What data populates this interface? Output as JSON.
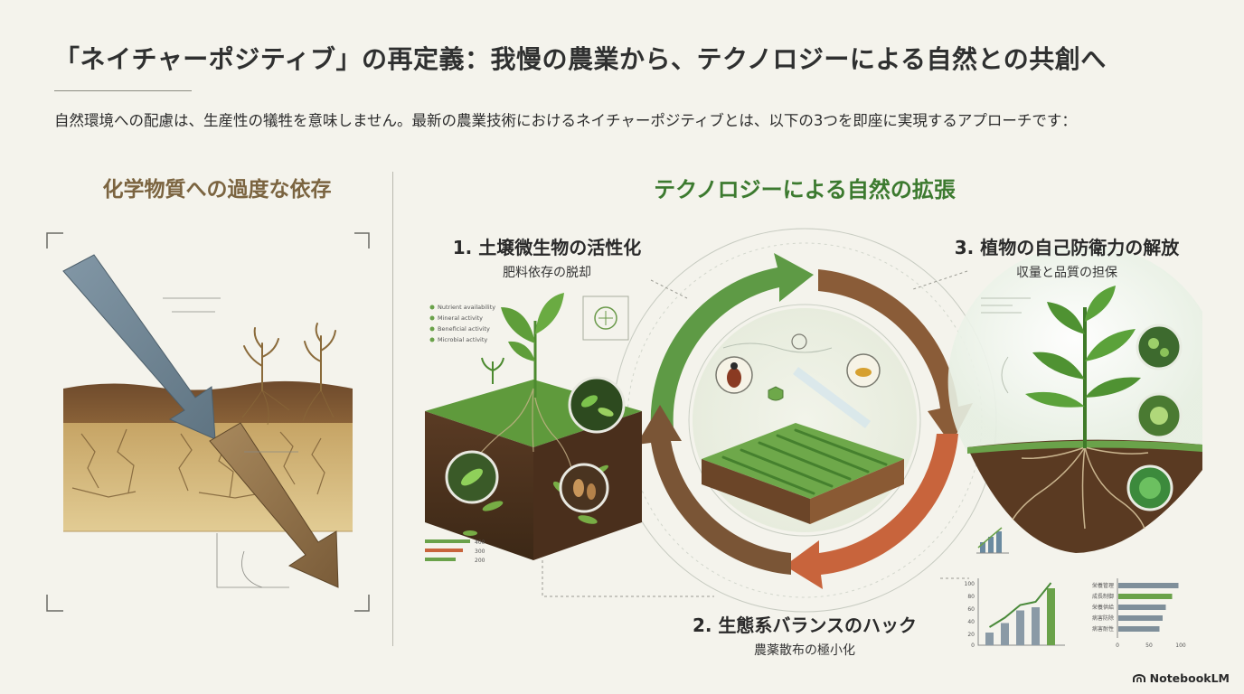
{
  "header": {
    "title": "「ネイチャーポジティブ」の再定義：我慢の農業から、テクノロジーによる自然との共創へ",
    "subtitle": "自然環境への配慮は、生産性の犠牲を意味しません。最新の農業技術におけるネイチャーポジティブとは、以下の3つを即座に実現するアプローチです："
  },
  "left_panel": {
    "heading": "化学物質への過度な依存"
  },
  "right_panel": {
    "heading": "テクノロジーによる自然の拡張",
    "steps": [
      {
        "title": "1. 土壌微生物の活性化",
        "subtitle": "肥料依存の脱却"
      },
      {
        "title": "2. 生態系バランスのハック",
        "subtitle": "農薬散布の極小化"
      },
      {
        "title": "3. 植物の自己防衛力の解放",
        "subtitle": "収量と品質の担保"
      }
    ]
  },
  "mini_labels": {
    "soil_legend": [
      "Nutrient availability",
      "Mineral activity",
      "Beneficial activity",
      "Microbial activity"
    ],
    "soil_bar_values": [
      "400",
      "300",
      "200"
    ],
    "line_chart_y_ticks": [
      "100",
      "80",
      "60",
      "40",
      "20",
      "0"
    ],
    "hbar_x_ticks": [
      "0",
      "50",
      "100"
    ],
    "hbar_labels": [
      "栄養管理",
      "成長制御",
      "栄養供給",
      "病害防除",
      "病害耐性"
    ]
  },
  "bar_chart_values": [
    0.2,
    0.35,
    0.55,
    0.6,
    0.9
  ],
  "hbar_values": [
    0.95,
    0.85,
    0.75,
    0.7,
    0.65
  ],
  "brand": {
    "name": "NotebookLM"
  },
  "colors": {
    "title": "#2f3030",
    "left_heading": "#7b6440",
    "right_heading": "#3c7a2f",
    "cycle_green": "#5e9a45",
    "cycle_orange": "#c8643c",
    "cycle_brown": "#7a5536"
  }
}
